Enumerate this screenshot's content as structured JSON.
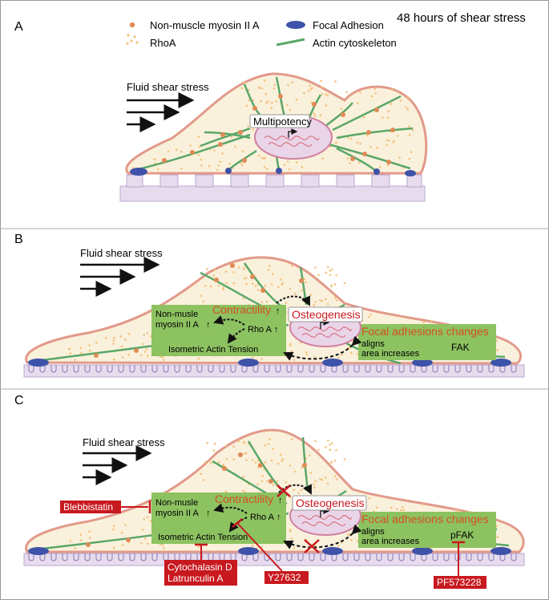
{
  "figure": {
    "heading": "48 hours of shear stress",
    "panels": {
      "a": "A",
      "b": "B",
      "c": "C"
    },
    "legend": {
      "myosin": "Non-muscle myosin II A",
      "rhoa": "RhoA",
      "focal_adhesion": "Focal Adhesion",
      "actin": "Actin cytoskeleton"
    },
    "flow_label": "Fluid shear stress",
    "panel_a": {
      "nucleus_label": "Multipotency"
    },
    "panel_bc": {
      "myosin_line1": "Non-musle",
      "myosin_line2": "myosin II A",
      "rho_label": "Rho A",
      "contractility": "Contractility",
      "actin_tension": "Isometric Actin Tension",
      "nucleus_label": "Osteogenesis",
      "fa_title": "Focal adhesions changes",
      "fa_line1": "aligns",
      "fa_line2": "area increases",
      "fak_b": "FAK",
      "fak_c": "pFAK"
    },
    "inhibitors": {
      "blebbistatin": "Blebbistatin",
      "cyto_line1": "Cytochalasin D",
      "cyto_line2": "Latrunculin A",
      "y27632": "Y27632",
      "pf": "PF573228"
    },
    "colors": {
      "cell_fill": "#faf1dc",
      "cell_outline": "#e29a8a",
      "myosin": "#e08a55",
      "rhoa": "#f3c27e",
      "actin": "#5aa768",
      "focal_adhesion": "#3d52a8",
      "substrate": "#e6dcee",
      "green_box": "#8dc261",
      "red_label": "#c8191f",
      "orange_text": "#d4501f",
      "nucleus": "#ead4e8"
    }
  }
}
